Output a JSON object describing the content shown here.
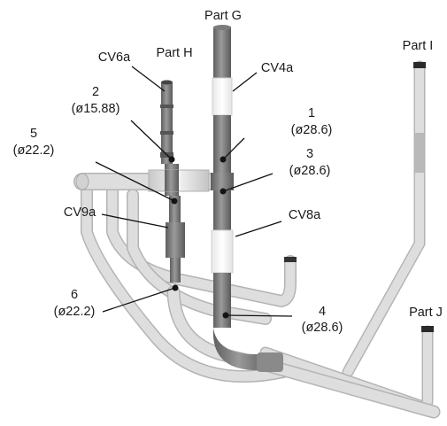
{
  "parts": [
    {
      "id": "part-g",
      "name": "Part G"
    },
    {
      "id": "part-h",
      "name": "Part H"
    },
    {
      "id": "part-i",
      "name": "Part I"
    },
    {
      "id": "part-j",
      "name": "Part J"
    }
  ],
  "valves": [
    {
      "id": "cv6a",
      "name": "CV6a"
    },
    {
      "id": "cv4a",
      "name": "CV4a"
    },
    {
      "id": "cv8a",
      "name": "CV8a"
    },
    {
      "id": "cv9a",
      "name": "CV9a"
    }
  ],
  "points": [
    {
      "id": "1",
      "number": "1",
      "diameter": "(ø28.6)"
    },
    {
      "id": "2",
      "number": "2",
      "diameter": "(ø15.88)"
    },
    {
      "id": "3",
      "number": "3",
      "diameter": "(ø28.6)"
    },
    {
      "id": "4",
      "number": "4",
      "diameter": "(ø28.6)"
    },
    {
      "id": "5",
      "number": "5",
      "diameter": "(ø22.2)"
    },
    {
      "id": "6",
      "number": "6",
      "diameter": "(ø22.2)"
    }
  ],
  "colors": {
    "pipe_light": "#dedede",
    "pipe_dark": "#7a7a7a",
    "valve_white": "#ffffff",
    "label": "#1a1a1a"
  }
}
